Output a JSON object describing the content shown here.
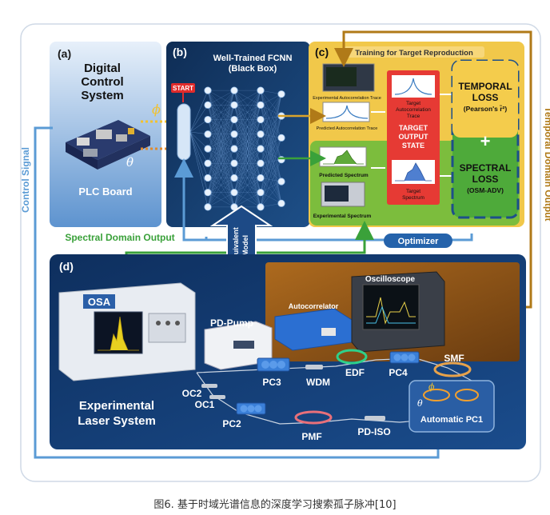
{
  "labels": {
    "a": "(a)",
    "b": "(b)",
    "c": "(c)",
    "d": "(d)",
    "digital_control": [
      "Digital",
      "Control",
      "System"
    ],
    "phi": "ϕ",
    "theta": "θ",
    "plc_board": "PLC Board",
    "start": "START",
    "fcnn_title": [
      "Well-Trained FCNN",
      "(Black Box)"
    ],
    "training_banner": "Training for Target Reproduction",
    "exp_autocorr_trace": "Experimental Autocorrelation Trace",
    "pred_autocorr_trace": "Predicted Autocorrelation Trace",
    "target_autocorr_trace": [
      "Target",
      "Autocorrelation",
      "Trace"
    ],
    "target_output_state": [
      "TARGET",
      "OUTPUT",
      "STATE"
    ],
    "target_spectrum": [
      "Target",
      "Spectrum"
    ],
    "predicted_spectrum": "Predicted Spectrum",
    "experimental_spectrum": "Experimental Spectrum",
    "temporal_loss": [
      "TEMPORAL",
      "LOSS",
      "(Pearson's r̃²)"
    ],
    "plus": "+",
    "spectral_loss": [
      "SPECTRAL",
      "LOSS",
      "(OSM-ADV)"
    ],
    "control_signal": "Control Signal",
    "temporal_domain_output": "Temporal Domain Output",
    "spectral_domain_output": "Spectral Domain Output",
    "equivalent_model": [
      "Equivalent",
      "Model"
    ],
    "optimizer": "Optimizer",
    "osa": "OSA",
    "pd_pump": "PD-Pump",
    "oscilloscope": "Oscilloscope",
    "autocorrelator": "Autocorrelator",
    "edf": "EDF",
    "pc4": "PC4",
    "smf": "SMF",
    "pc3": "PC3",
    "wdm": "WDM",
    "oc2": "OC2",
    "oc1": "OC1",
    "pc2": "PC2",
    "pmf": "PMF",
    "pd_iso": "PD-ISO",
    "automatic_pc1": "Automatic PC1",
    "experimental_laser_system": [
      "Experimental",
      "Laser System"
    ]
  },
  "caption": "图6. 基于时域光谱信息的深度学习搜索孤子脉冲[10]",
  "colors": {
    "panel_a": "#4a86c5",
    "panel_b": "#1b4577",
    "panel_c": "#eec14a",
    "panel_c_green": "#7fbf3e",
    "panel_d": "#12376a",
    "arrow_brown": "#b07a18",
    "arrow_green": "#3aa13a",
    "arrow_blue": "#5b9bd5",
    "target_red": "#e0302e",
    "loss_green": "#3fa535"
  }
}
